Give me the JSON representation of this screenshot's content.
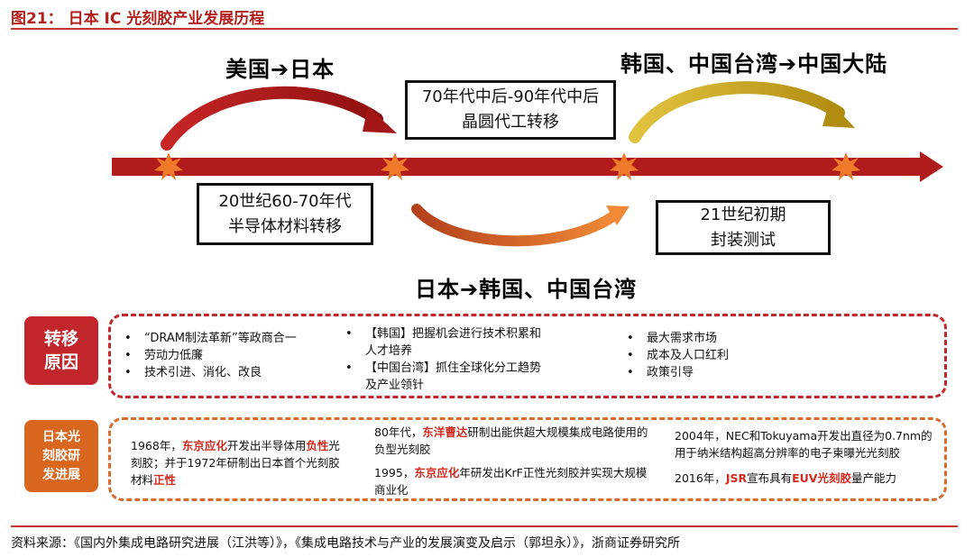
{
  "figure_title": "图21： 日本 IC 光刻胶产业发展历程",
  "timeline": {
    "labels": {
      "us_to_japan": "美国➔日本",
      "korea_taiwan_to_mainland": "韩国、中国台湾➔中国大陆",
      "japan_to_korea_taiwan": "日本➔韩国、中国台湾"
    },
    "boxes": {
      "era1": [
        "20世纪60-70年代",
        "半导体材料转移"
      ],
      "era2": [
        "70年代中后-90年代中后",
        "晶圆代工转移"
      ],
      "era3": [
        "21世纪初期",
        "封装测试"
      ]
    },
    "colors": {
      "arrow": "#b01c1c",
      "star": "#f07a2a",
      "gold": "#c9a212",
      "orange": "#d9661e"
    }
  },
  "reasons": {
    "badge": [
      "转移",
      "原因"
    ],
    "col1": [
      "“DRAM制法革新”等政商合一",
      "劳动力低廉",
      "技术引进、消化、改良"
    ],
    "col2": [
      "【韩国】把握机会进行技术积累和",
      "人才培养",
      "【中国台湾】抓住全球化分工趋势",
      "及产业领针"
    ],
    "col3": [
      "最大需求市场",
      "成本及人口红利",
      "政策引导"
    ],
    "bullet": "•"
  },
  "development": {
    "badge": [
      "日本光",
      "刻胶研",
      "发进展"
    ],
    "item1": {
      "p1": "1968年，",
      "h1": "东京应化",
      "p2": "开发出半导体用",
      "h2": "负性",
      "p3": "光刻胶；并于1972年研制出日本首个光刻胶材料",
      "h3": "正性"
    },
    "item2": {
      "p1": "80年代，",
      "h1": "东洋曹达",
      "p2": "研制出能供超大规模集成电路使用的负型光刻胶"
    },
    "item3": {
      "p1": "1995，",
      "h1": "东京应化",
      "p2": "年研发出KrF正性光刻胶并实现大规模商业化"
    },
    "item4": {
      "p1": "2004年，NEC和Tokuyama开发出直径为0.7nm的用于纳米结构超高分辨率的电子束曝光光刻胶"
    },
    "item5": {
      "p1": "2016年，",
      "h1": "JSR",
      "p2": "宣布具有",
      "h2": "EUV光刻胶",
      "p3": "量产能力"
    }
  },
  "source": "资料来源：《国内外集成电路研究进展（江洪等）》，《集成电路技术与产业的发展演变及启示（郭坦永）》，浙商证券研究所"
}
